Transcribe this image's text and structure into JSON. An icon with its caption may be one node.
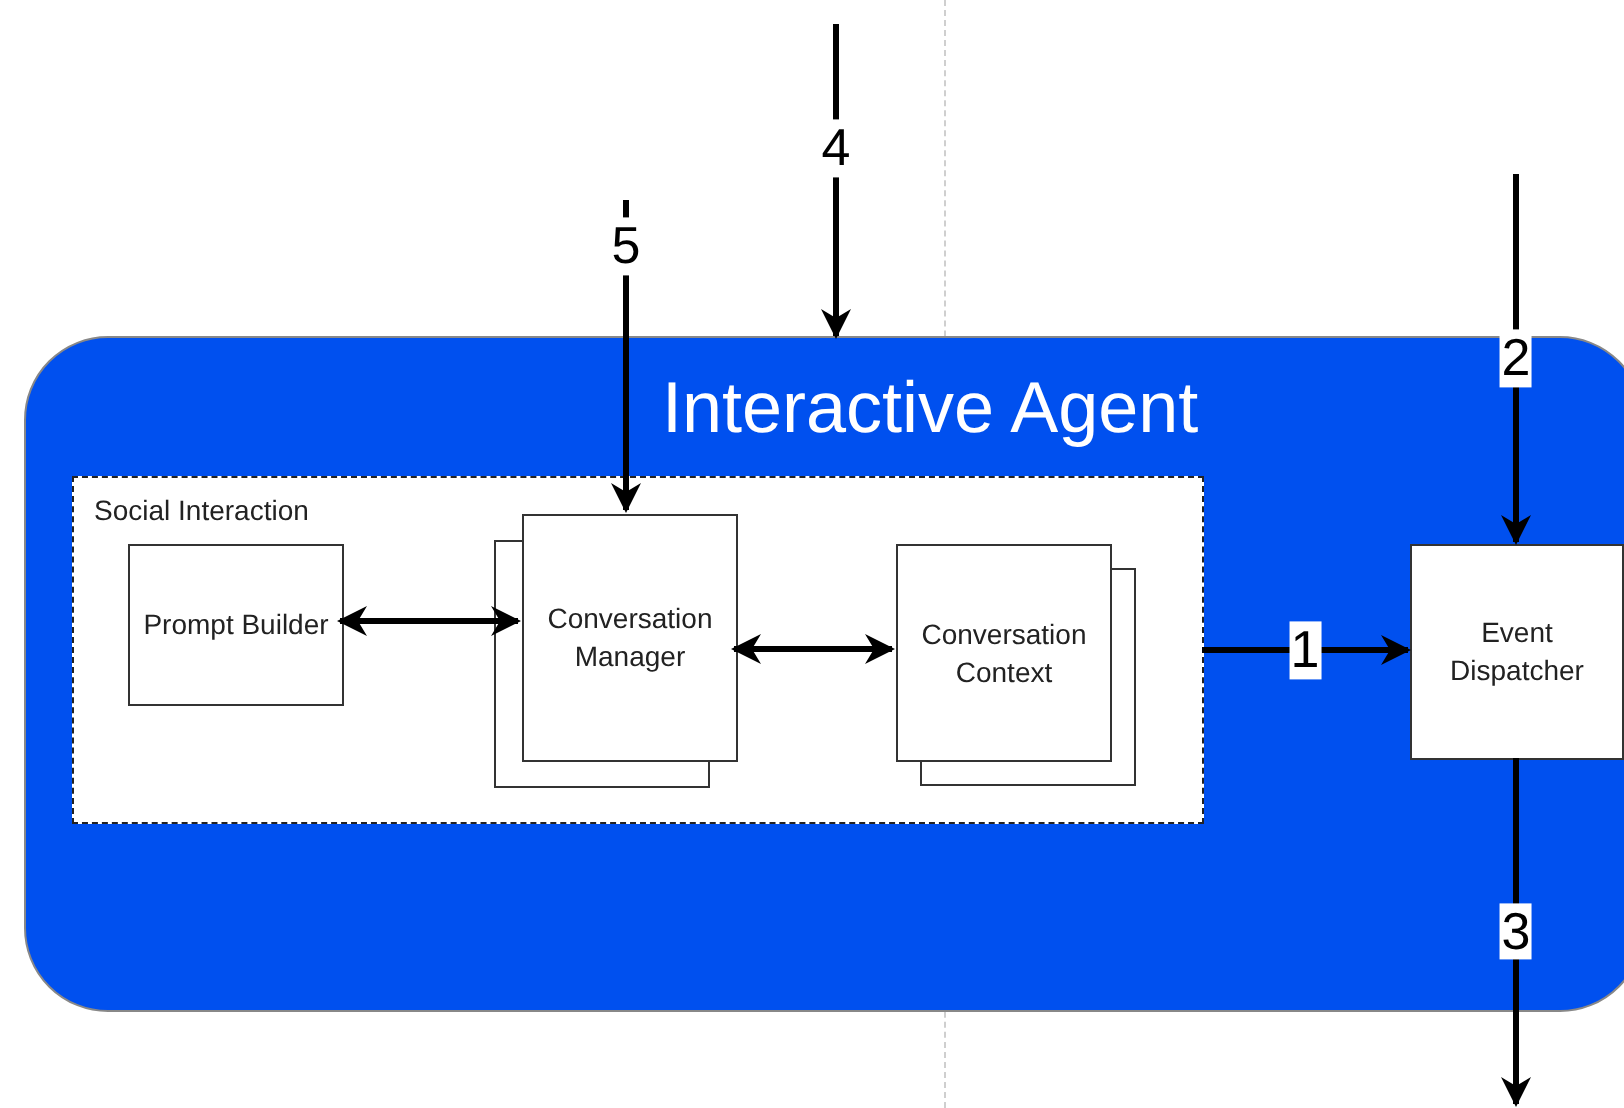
{
  "diagram": {
    "nodes": [
      {
        "text": [
          "Interactive Agent"
        ]
      },
      {
        "text": [
          "Social Interaction"
        ],
        "in": 0
      },
      {
        "text": [
          "Prompt Builder"
        ],
        "in": 1
      },
      {
        "text": [
          "Conversation Manager"
        ],
        "in": 1
      },
      {
        "text": [
          "Conversation Context"
        ],
        "in": 1
      },
      {
        "text": [
          "Event Dispatcher"
        ],
        "in": 0
      }
    ],
    "edges": [
      {
        "from": 2,
        "to": 3,
        "arrow": "both"
      },
      {
        "from": 3,
        "to": 4,
        "arrow": "both"
      },
      {
        "from": 1,
        "to": 5,
        "arrow": "to",
        "label": "1"
      },
      {
        "from": null,
        "to": 5,
        "arrow": "to",
        "label": "2"
      },
      {
        "from": 5,
        "to": null,
        "arrow": "to",
        "label": "3"
      },
      {
        "from": null,
        "to": 0,
        "arrow": "to",
        "label": "4"
      },
      {
        "from": null,
        "to": 3,
        "arrow": "to",
        "label": "5"
      }
    ]
  }
}
